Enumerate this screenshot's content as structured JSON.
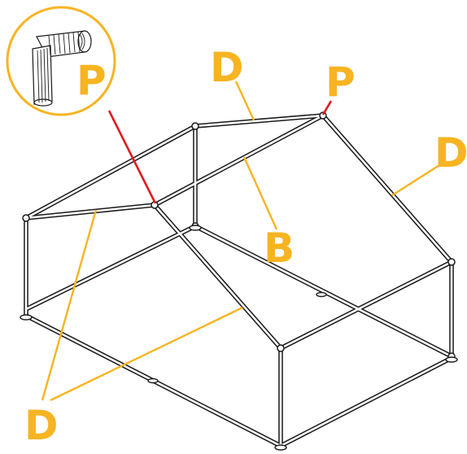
{
  "labels": {
    "D": "D",
    "P": "P",
    "B": "B"
  },
  "colors": {
    "callout": "#F7B422",
    "highlight": "#E0191E",
    "frame": "#1a1a1a",
    "background": "#ffffff"
  },
  "icons": {
    "inset": "elbow-connector-icon"
  }
}
